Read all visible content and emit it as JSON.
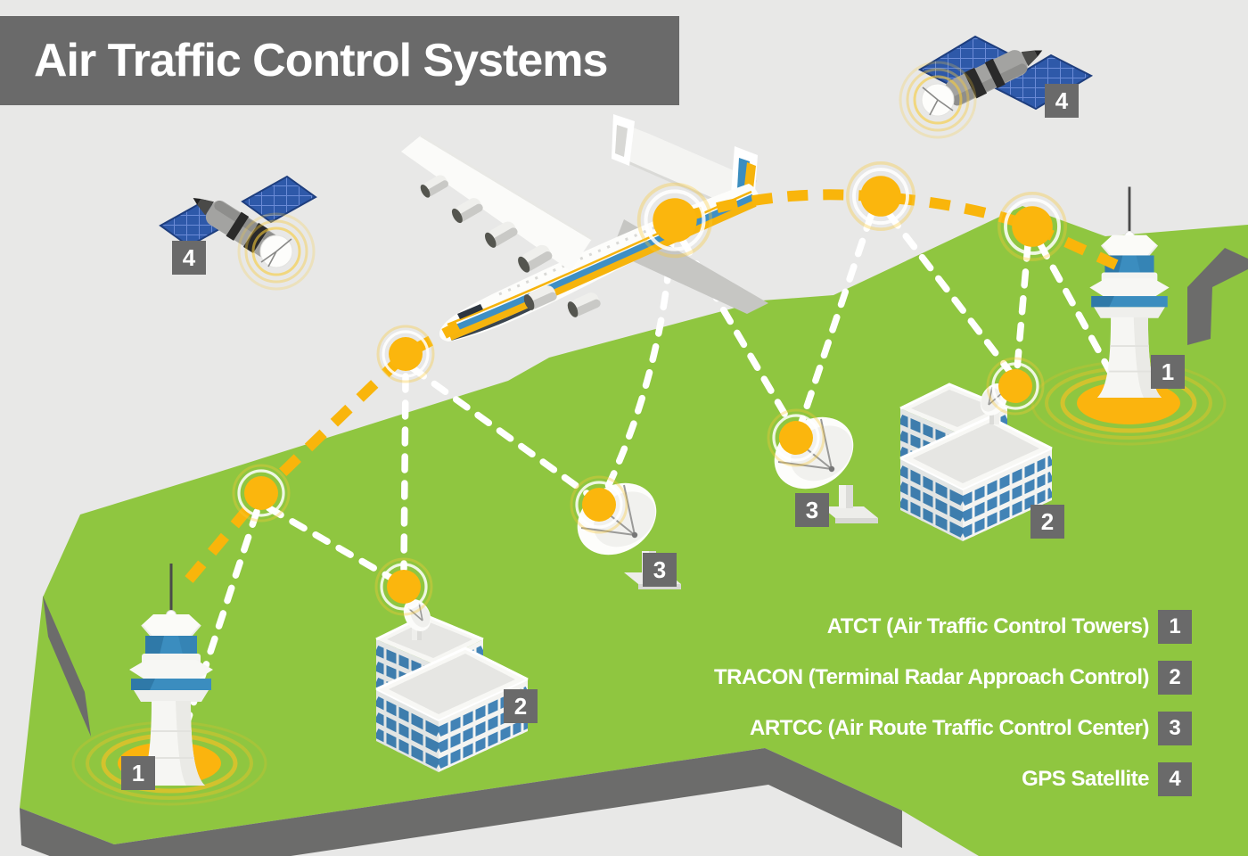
{
  "title": "Air Traffic Control Systems",
  "legend": {
    "items": [
      {
        "number": "1",
        "label": "ATCT (Air Traffic Control Towers)"
      },
      {
        "number": "2",
        "label": "TRACON (Terminal Radar Approach Control)"
      },
      {
        "number": "3",
        "label": "ARTCC (Air Route Traffic Control Center)"
      },
      {
        "number": "4",
        "label": "GPS Satellite"
      }
    ]
  },
  "markers": {
    "satellite_right": "4",
    "satellite_left": "4",
    "tower_right": "1",
    "tower_left": "1",
    "tracon_right": "2",
    "tracon_left": "2",
    "artcc_center": "3",
    "artcc_right": "3"
  },
  "colors": {
    "background": "#E8E8E7",
    "land_green": "#8FC640",
    "cliff_gray": "#6C6C6B",
    "panel_gray": "#6A6A6A",
    "accent_yellow": "#F9B50B",
    "accent_blue": "#3B8DBF",
    "window_blue": "#4283B6",
    "solar_blue": "#2E59A9",
    "link_white": "#FFFFFF"
  }
}
